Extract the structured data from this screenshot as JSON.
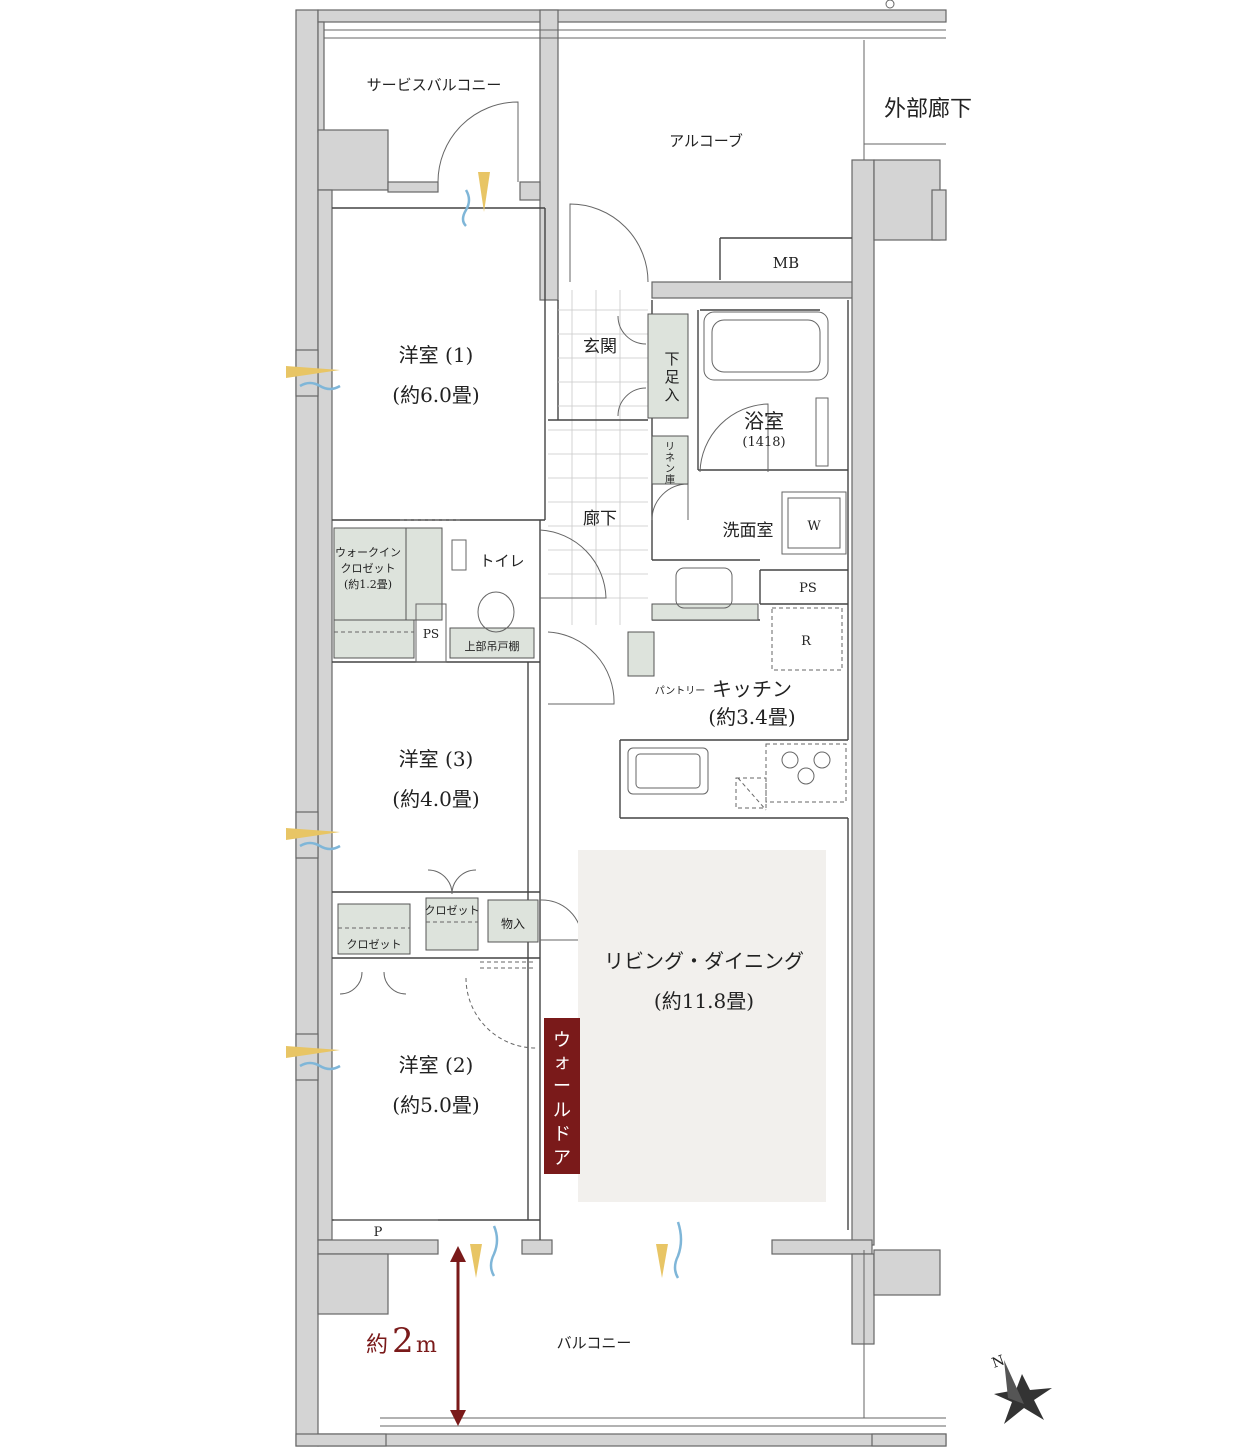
{
  "rooms": {
    "service_balcony": "サービスバルコニー",
    "alcove": "アルコーブ",
    "external_corridor": "外部廊下",
    "meter_box": "MB",
    "western1_name": "洋室 (1)",
    "western1_size": "(約6.0畳)",
    "entrance": "玄関",
    "shoe_storage": [
      "下",
      "足",
      "入"
    ],
    "bathroom_name": "浴室",
    "bathroom_size": "(1418)",
    "linen": [
      "リ",
      "ネ",
      "ン",
      "庫"
    ],
    "hallway": "廊下",
    "washroom": "洗面室",
    "washer": "W",
    "walkin_closet": [
      "ウォークイン",
      "クロゼット",
      "(約1.2畳)"
    ],
    "toilet": "トイレ",
    "pipe_space": "PS",
    "upper_cabinet": "上部吊戸棚",
    "pipe_space_kitchen": "PS",
    "refrigerator": "R",
    "pantry": "パントリー",
    "kitchen_name": "キッチン",
    "kitchen_size": "(約3.4畳)",
    "western3_name": "洋室 (3)",
    "western3_size": "(約4.0畳)",
    "closet_a": "クロゼット",
    "storage": "物入",
    "closet_b": "クロゼット",
    "living_name": "リビング・ダイニング",
    "living_size": "(約11.8畳)",
    "wall_door": [
      "ウ",
      "ォ",
      "ー",
      "ル",
      "ド",
      "ア"
    ],
    "western2_name": "洋室 (2)",
    "western2_size": "(約5.0畳)",
    "p_label": "P",
    "balcony": "バルコニー",
    "depth_prefix": "約",
    "depth_value": "2",
    "depth_unit": "m",
    "north": "N"
  },
  "colors": {
    "wall_door_bg": "#7a1a1a",
    "dimension_arrow": "#7a1a1a",
    "living_floor": "#f2f0ed",
    "storage_fill": "#dde3dc",
    "wall_fill": "#d4d4d4",
    "airflow_warm": "#e8c565",
    "airflow_cool": "#7fb6d8"
  }
}
